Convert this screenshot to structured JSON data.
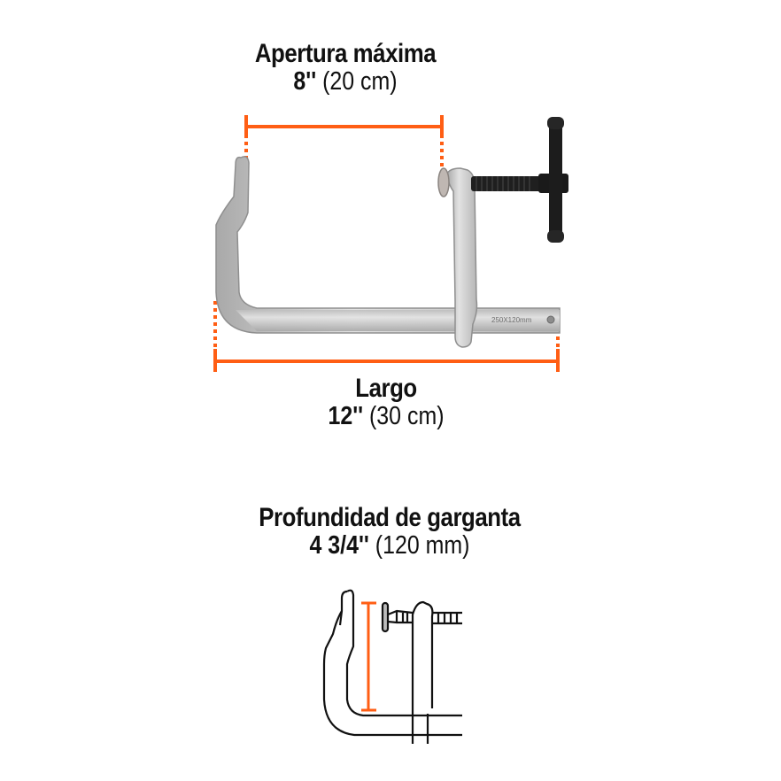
{
  "colors": {
    "accent": "#FF5E14",
    "metal": "#c8c8c8",
    "metal_dark": "#9a9a9a",
    "handle": "#1c1c1c",
    "text": "#111111"
  },
  "dimensions": {
    "max_opening": {
      "title": "Apertura máxima",
      "value_imperial": "8''",
      "value_metric": "(20 cm)"
    },
    "length": {
      "title": "Largo",
      "value_imperial": "12''",
      "value_metric": "(30 cm)"
    },
    "throat_depth": {
      "title": "Profundidad de garganta",
      "value_imperial": "4 3/4''",
      "value_metric": "(120 mm)"
    }
  },
  "product": {
    "bar_marking": "250X120mm"
  }
}
